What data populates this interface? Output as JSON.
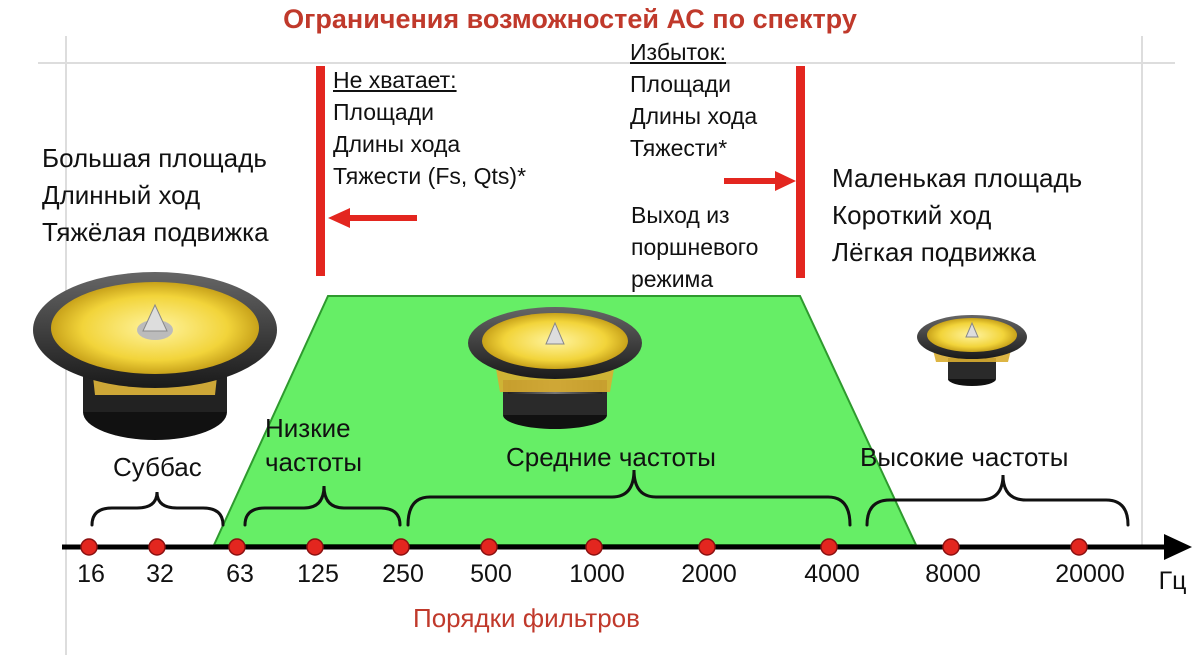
{
  "title": "Ограничения возможностей АС по спектру",
  "left_desc": [
    "Большая площадь",
    "Длинный ход",
    "Тяжёлая подвижка"
  ],
  "right_desc": [
    "Маленькая площадь",
    "Короткий ход",
    "Лёгкая подвижка"
  ],
  "lack": {
    "heading": "Не хватает:",
    "lines": [
      "Площади",
      "Длины хода",
      "Тяжести (Fs, Qts)*"
    ]
  },
  "excess": {
    "heading": "Избыток:",
    "lines": [
      "Площади",
      "Длины хода",
      "Тяжести*"
    ],
    "note": [
      "Выход из",
      "поршневого",
      "режима"
    ]
  },
  "bands": {
    "subbass": "Суббас",
    "low": [
      "Низкие",
      "частоты"
    ],
    "mid": "Средние частоты",
    "high": "Высокие частоты"
  },
  "axis": {
    "ticks": [
      "16",
      "32",
      "63",
      "125",
      "250",
      "500",
      "1000",
      "2000",
      "4000",
      "8000",
      "20000"
    ],
    "unit": "Гц"
  },
  "footer": "Порядки фильтров",
  "colors": {
    "accent": "#e3261f",
    "title": "#c0392b",
    "zone": "#66ee66",
    "cone": "#f2d43a"
  }
}
